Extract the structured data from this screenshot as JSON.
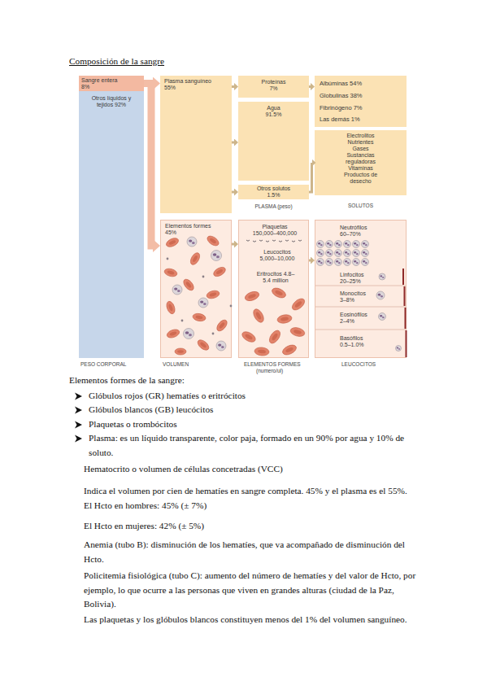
{
  "diagram": {
    "title": "Composición de la sangre",
    "nodes": [
      {
        "text": [
          "Sangre entera 8%"
        ]
      },
      {
        "text": [
          "Otros líquidos y tejidos 92%"
        ]
      },
      {
        "text": [
          "Plasma sanguíneo 55%"
        ]
      },
      {
        "text": [
          "Elementos formes 45%"
        ]
      },
      {
        "text": [
          "Proteínas 7%"
        ]
      },
      {
        "text": [
          "Agua 91.5%"
        ]
      },
      {
        "text": [
          "Otros solutos 1.5%"
        ]
      },
      {
        "text": [
          "Plaquetas 150,000–400,000",
          "Leucocitos 5,000–10,000",
          "Eritrocitos 4.8–5.4 million"
        ]
      },
      {
        "text": [
          "Albúminas 54%",
          "Globulinas 38%",
          "Fibrinógeno 7%",
          "Las demás 1%"
        ]
      },
      {
        "text": [
          "Electrolitos",
          "Nutrientes",
          "Gases",
          "Sustancias reguladoras",
          "Vitaminas",
          "Productos de desecho"
        ]
      },
      {
        "text": [
          "Neutrófilos 60–70%",
          "Linfocitos 20–25%",
          "Monocitos 3–8%",
          "Eosinófilos 2–4%",
          "Basófilos 0.5–1.0%"
        ]
      }
    ],
    "edges": [
      {
        "from": 0,
        "to": 2,
        "arrow": "to"
      },
      {
        "from": 0,
        "to": 3,
        "arrow": "to"
      },
      {
        "from": 2,
        "to": 4,
        "arrow": "to"
      },
      {
        "from": 2,
        "to": 5,
        "arrow": "to"
      },
      {
        "from": 2,
        "to": 6,
        "arrow": "to"
      },
      {
        "from": 4,
        "to": 8,
        "arrow": "to"
      },
      {
        "from": 6,
        "to": 9,
        "arrow": "to"
      },
      {
        "from": 3,
        "to": 7,
        "arrow": "to"
      },
      {
        "from": 7,
        "to": 10,
        "arrow": "to"
      }
    ],
    "labels": [
      "PLASMA (peso)",
      "SOLUTOS",
      "PESO CORPORAL",
      "VOLUMEN",
      "ELEMENTOS FORMES",
      "(numero/ul)",
      "LEUCOCITOS",
      "Elementos formes de la sangre:",
      "Glóbulos rojos (GR) hematíes o eritrócitos",
      "Glóbulos blancos (GB) leucócitos",
      "Plaquetas o trombócitos",
      "Plasma: es un líquido transparente, color paja, formado en un 90% por agua y 10% de soluto.",
      "Hematocrito o volumen de células concetradas (VCC)",
      "Indica el volumen por cien de hematíes en sangre completa. 45% y el plasma es el 55%.",
      "El Hcto en hombres: 45% (± 7%)",
      "El Hcto en mujeres: 42% (± 5%)",
      "Anemia (tubo B): disminución de los hematíes, que va acompañado de disminución del Hcto.",
      "Policitemia fisiológica (tubo C): aumento del número de hematíes y del valor de Hcto, por ejemplo, lo que ocurre a las personas que viven en grandes alturas (ciudad de la Paz, Bolivia).",
      "Las plaquetas y los glóbulos blancos constituyen menos del 1% del volumen sanguíneo."
    ]
  }
}
